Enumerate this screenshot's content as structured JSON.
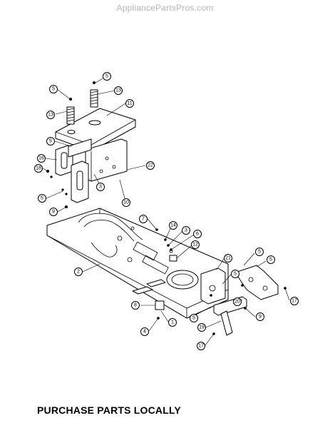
{
  "watermark": "AppliancePartsPros.com",
  "footer": "PURCHASE PARTS LOCALLY",
  "callouts": [
    {
      "label": "5"
    },
    {
      "label": "5"
    },
    {
      "label": "13"
    },
    {
      "label": "13"
    },
    {
      "label": "11"
    },
    {
      "label": "5"
    },
    {
      "label": "16"
    },
    {
      "label": "18"
    },
    {
      "label": "5"
    },
    {
      "label": "3"
    },
    {
      "label": "22"
    },
    {
      "label": "10"
    },
    {
      "label": "9"
    },
    {
      "label": "7"
    },
    {
      "label": "14"
    },
    {
      "label": "3"
    },
    {
      "label": "6"
    },
    {
      "label": "12"
    },
    {
      "label": "2"
    },
    {
      "label": "21"
    },
    {
      "label": "5"
    },
    {
      "label": "5"
    },
    {
      "label": "5"
    },
    {
      "label": "17"
    },
    {
      "label": "8"
    },
    {
      "label": "1"
    },
    {
      "label": "4"
    },
    {
      "label": "20"
    },
    {
      "label": "5"
    },
    {
      "label": "9"
    },
    {
      "label": "19"
    },
    {
      "label": "17"
    }
  ]
}
